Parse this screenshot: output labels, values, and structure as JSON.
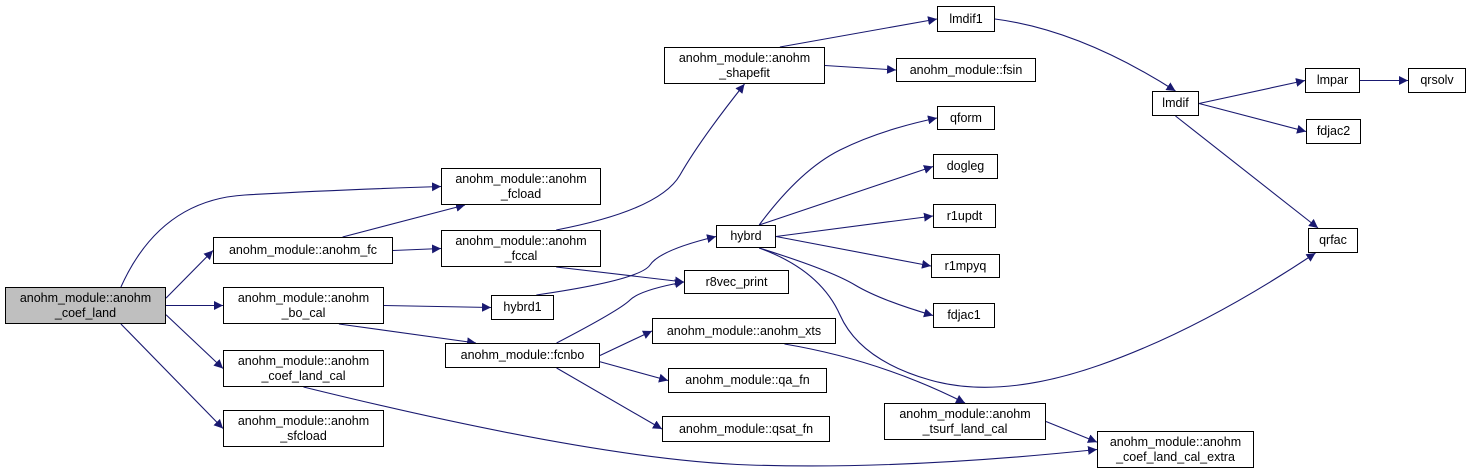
{
  "graph": {
    "root": "coef_land",
    "colors": {
      "edge": "#191970",
      "node_border": "#000000",
      "root_fill": "#bfbfbf",
      "node_fill": "#ffffff"
    },
    "nodes": [
      {
        "id": "coef_land",
        "lines": [
          "anohm_module::anohm",
          "_coef_land"
        ]
      },
      {
        "id": "fcload",
        "lines": [
          "anohm_module::anohm",
          "_fcload"
        ]
      },
      {
        "id": "fc",
        "lines": [
          "anohm_module::anohm_fc"
        ]
      },
      {
        "id": "bo_cal",
        "lines": [
          "anohm_module::anohm",
          "_bo_cal"
        ]
      },
      {
        "id": "coef_land_cal",
        "lines": [
          "anohm_module::anohm",
          "_coef_land_cal"
        ]
      },
      {
        "id": "sfcload",
        "lines": [
          "anohm_module::anohm",
          "_sfcload"
        ]
      },
      {
        "id": "fccal",
        "lines": [
          "anohm_module::anohm",
          "_fccal"
        ]
      },
      {
        "id": "shapefit",
        "lines": [
          "anohm_module::anohm",
          "_shapefit"
        ]
      },
      {
        "id": "hybrd1",
        "lines": [
          "hybrd1"
        ]
      },
      {
        "id": "fcnbo",
        "lines": [
          "anohm_module::fcnbo"
        ]
      },
      {
        "id": "hybrd",
        "lines": [
          "hybrd"
        ]
      },
      {
        "id": "r8vec_print",
        "lines": [
          "r8vec_print"
        ]
      },
      {
        "id": "xts",
        "lines": [
          "anohm_module::anohm_xts"
        ]
      },
      {
        "id": "qa_fn",
        "lines": [
          "anohm_module::qa_fn"
        ]
      },
      {
        "id": "qsat_fn",
        "lines": [
          "anohm_module::qsat_fn"
        ]
      },
      {
        "id": "lmdif1",
        "lines": [
          "lmdif1"
        ]
      },
      {
        "id": "fsin",
        "lines": [
          "anohm_module::fsin"
        ]
      },
      {
        "id": "qform",
        "lines": [
          "qform"
        ]
      },
      {
        "id": "dogleg",
        "lines": [
          "dogleg"
        ]
      },
      {
        "id": "r1updt",
        "lines": [
          "r1updt"
        ]
      },
      {
        "id": "r1mpyq",
        "lines": [
          "r1mpyq"
        ]
      },
      {
        "id": "fdjac1",
        "lines": [
          "fdjac1"
        ]
      },
      {
        "id": "tsurf_land_cal",
        "lines": [
          "anohm_module::anohm",
          "_tsurf_land_cal"
        ]
      },
      {
        "id": "lmdif",
        "lines": [
          "lmdif"
        ]
      },
      {
        "id": "lmpar",
        "lines": [
          "lmpar"
        ]
      },
      {
        "id": "qrsolv",
        "lines": [
          "qrsolv"
        ]
      },
      {
        "id": "fdjac2",
        "lines": [
          "fdjac2"
        ]
      },
      {
        "id": "qrfac",
        "lines": [
          "qrfac"
        ]
      },
      {
        "id": "coef_land_cal_extra",
        "lines": [
          "anohm_module::anohm",
          "_coef_land_cal_extra"
        ]
      }
    ],
    "edges": [
      [
        "coef_land",
        "fcload"
      ],
      [
        "coef_land",
        "fc"
      ],
      [
        "coef_land",
        "bo_cal"
      ],
      [
        "coef_land",
        "coef_land_cal"
      ],
      [
        "coef_land",
        "sfcload"
      ],
      [
        "fc",
        "fcload"
      ],
      [
        "fc",
        "fccal"
      ],
      [
        "fccal",
        "shapefit"
      ],
      [
        "fccal",
        "r8vec_print"
      ],
      [
        "bo_cal",
        "hybrd1"
      ],
      [
        "bo_cal",
        "fcnbo"
      ],
      [
        "coef_land_cal",
        "coef_land_cal_extra"
      ],
      [
        "hybrd1",
        "hybrd"
      ],
      [
        "fcnbo",
        "r8vec_print"
      ],
      [
        "fcnbo",
        "xts"
      ],
      [
        "fcnbo",
        "qa_fn"
      ],
      [
        "fcnbo",
        "qsat_fn"
      ],
      [
        "shapefit",
        "lmdif1"
      ],
      [
        "shapefit",
        "fsin"
      ],
      [
        "hybrd",
        "qform"
      ],
      [
        "hybrd",
        "dogleg"
      ],
      [
        "hybrd",
        "r1updt"
      ],
      [
        "hybrd",
        "r1mpyq"
      ],
      [
        "hybrd",
        "fdjac1"
      ],
      [
        "hybrd",
        "qrfac"
      ],
      [
        "xts",
        "tsurf_land_cal"
      ],
      [
        "tsurf_land_cal",
        "coef_land_cal_extra"
      ],
      [
        "lmdif1",
        "lmdif"
      ],
      [
        "lmdif",
        "lmpar"
      ],
      [
        "lmdif",
        "fdjac2"
      ],
      [
        "lmdif",
        "qrfac"
      ],
      [
        "lmpar",
        "qrsolv"
      ]
    ]
  }
}
